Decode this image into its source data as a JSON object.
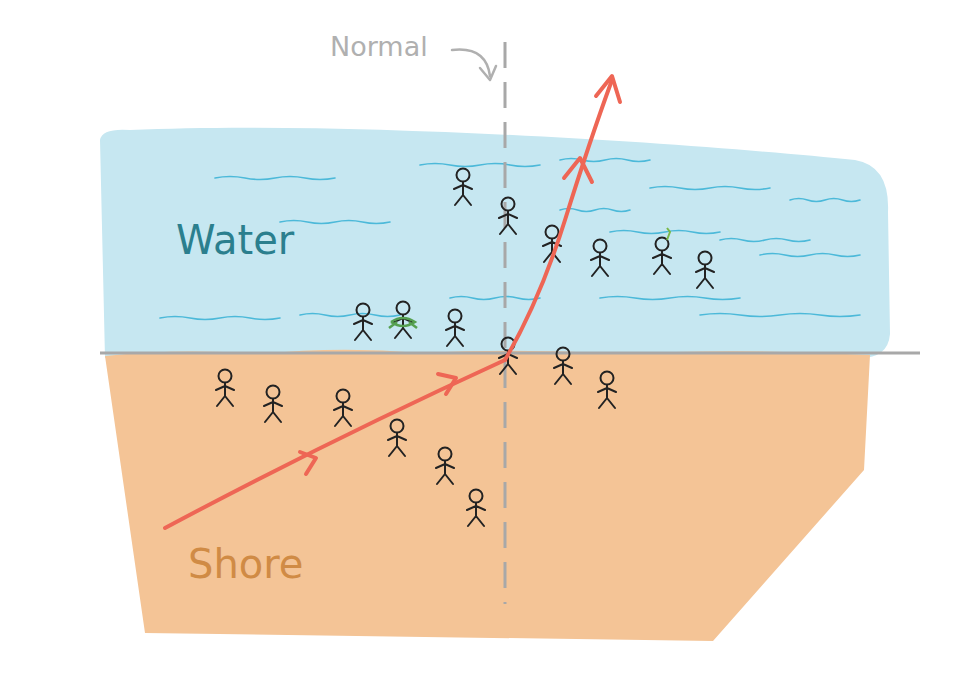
{
  "diagram": {
    "nodes": [
      {
        "text": [
          "Water"
        ]
      },
      {
        "text": [
          "Shore"
        ]
      }
    ],
    "labels": [
      "Normal"
    ]
  }
}
